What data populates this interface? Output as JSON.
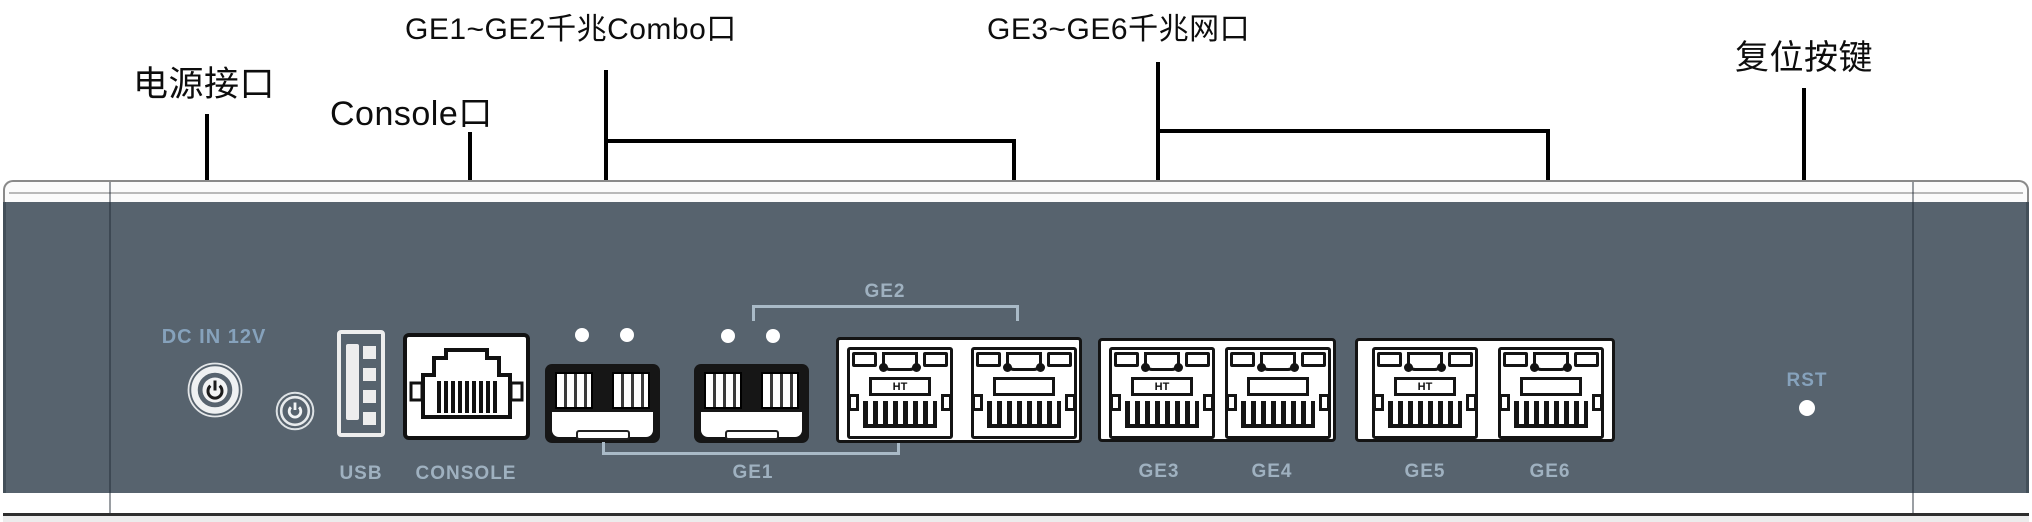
{
  "callouts": {
    "power": "电源接口",
    "console": "Console口",
    "combo": "GE1~GE2千兆Combo口",
    "lan": "GE3~GE6千兆网口",
    "reset": "复位按键"
  },
  "panel": {
    "dc_in": "DC IN 12V",
    "usb": "USB",
    "console": "CONSOLE",
    "ge1": "GE1",
    "ge2": "GE2",
    "ge3": "GE3",
    "ge4": "GE4",
    "ge5": "GE5",
    "ge6": "GE6",
    "rst": "RST",
    "jack_marking": "HT"
  },
  "colors": {
    "panel_body": "#57636e",
    "panel_label": "#9fb1c0",
    "silkscreen_accent": "#86a2bc",
    "bracket": "#a9bac7",
    "leader_line": "#000000",
    "chassis_lip": "#fbfbfb"
  }
}
